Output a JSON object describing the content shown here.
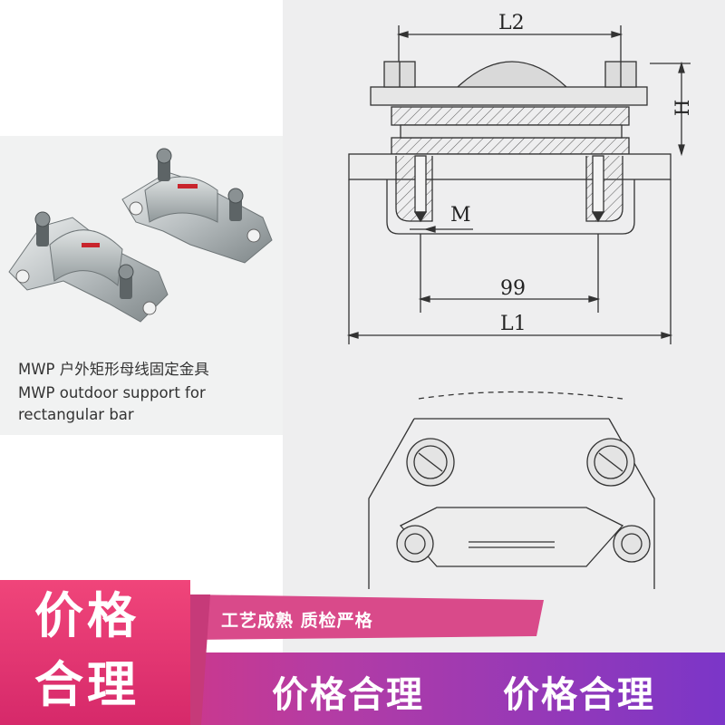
{
  "drawing": {
    "dim_l2": "L2",
    "dim_h": "H",
    "dim_m": "M",
    "dim_99": "99",
    "dim_l1": "L1"
  },
  "product": {
    "caption_cn": "MWP 户外矩形母线固定金具",
    "caption_en_line1": "MWP outdoor support for",
    "caption_en_line2": "rectangular bar"
  },
  "banner": {
    "price_line1": "价格",
    "price_line2": "合理",
    "slogan": "工艺成熟  质检严格",
    "price_a": "价格合理",
    "price_b": "价格合理",
    "colors": {
      "pink": "#e8336f",
      "purple": "#7b36c8",
      "slogan_bg": "#d94a8a"
    }
  }
}
